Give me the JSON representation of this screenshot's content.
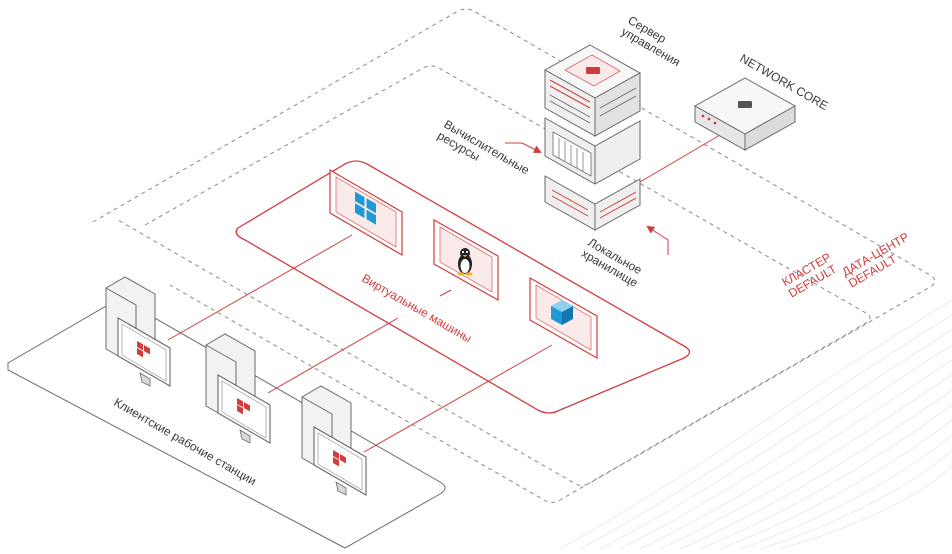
{
  "labels": {
    "server_mgmt": [
      "Сервер",
      "управления"
    ],
    "network_core": "NETWORK CORE",
    "compute": [
      "Вычислительные",
      "ресурсы"
    ],
    "storage": [
      "Локальное",
      "хранилище"
    ],
    "vms": "Виртуальные машины",
    "cluster": [
      "КЛАСТЕР",
      "DEFAULT"
    ],
    "datacenter": [
      "ДАТА-ЦЕНТР",
      "DEFAULT"
    ],
    "workstations": "Клиентские рабочие станции"
  },
  "icons": [
    "windows-icon",
    "linux-tux-icon",
    "cube-icon",
    "brand-logo-icon"
  ],
  "colors": {
    "accent": "#d23c3c",
    "dashed": "#8a8a8a",
    "device_outline": "#6a6a6a",
    "device_fill": "#f4f4f4",
    "device_light": "#ffffff",
    "windows_blue": "#1e9bd7"
  }
}
